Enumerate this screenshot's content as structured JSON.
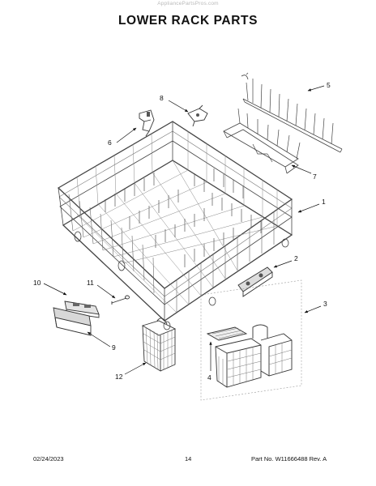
{
  "header": {
    "watermark": "AppliancePartsPros.com",
    "title": "LOWER RACK PARTS"
  },
  "callouts": [
    "1",
    "2",
    "3",
    "4",
    "5",
    "6",
    "7",
    "8",
    "9",
    "10",
    "11",
    "12"
  ],
  "footer": {
    "date": "02/24/2023",
    "page": "14",
    "part": "Part No. W11666488  Rev. A"
  }
}
